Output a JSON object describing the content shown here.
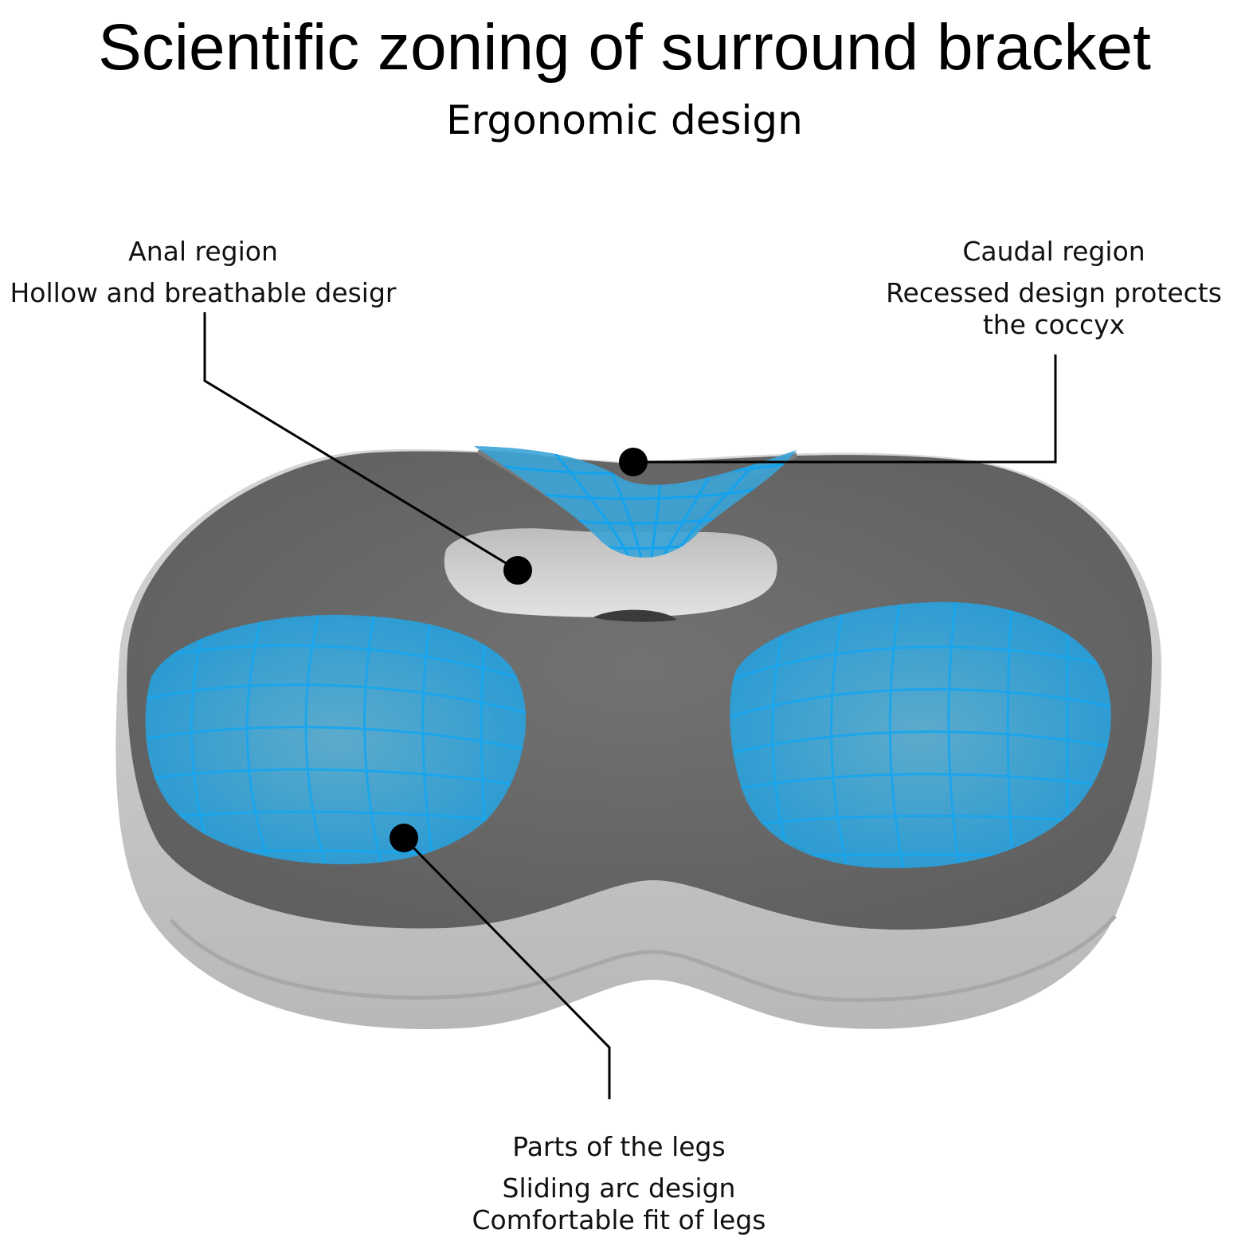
{
  "header": {
    "title": "Scientific zoning of surround bracket",
    "subtitle": "Ergonomic design"
  },
  "callouts": {
    "anal": {
      "heading": "Anal region",
      "description": "Hollow and breathable desigr"
    },
    "caudal": {
      "heading": "Caudal region",
      "description_line1": "Recessed design protects",
      "description_line2": "the coccyx"
    },
    "legs": {
      "heading": "Parts of the legs",
      "description_line1": "Sliding arc design",
      "description_line2": "Comfortable fit of legs"
    }
  },
  "colors": {
    "cushion_top": "#6b6b6b",
    "cushion_side": "#c9c9c9",
    "hole_inner": "#d4d4d4",
    "mesh_blue": "#1aa7ea",
    "mesh_fill": "#4bb8e6",
    "leader_line": "#000000"
  }
}
